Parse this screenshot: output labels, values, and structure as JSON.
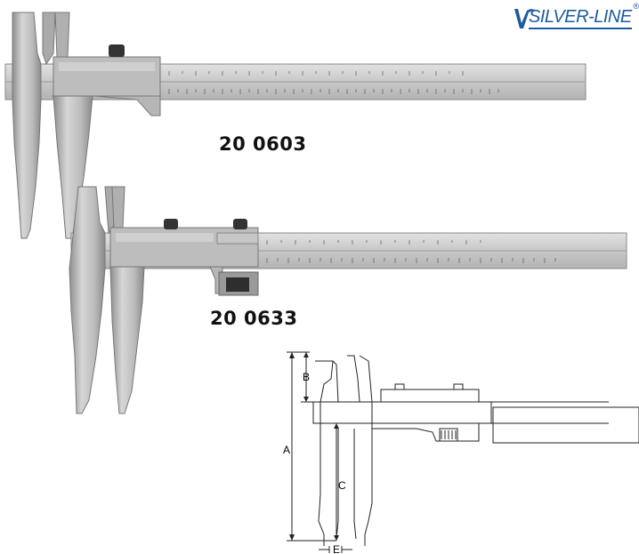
{
  "brand": {
    "logo_text": "SILVER-LINE",
    "trademark": "®"
  },
  "products": [
    {
      "model": "20 0603"
    },
    {
      "model": "20 0633"
    }
  ],
  "diagram": {
    "labels": [
      "A",
      "B",
      "C",
      "E"
    ]
  }
}
